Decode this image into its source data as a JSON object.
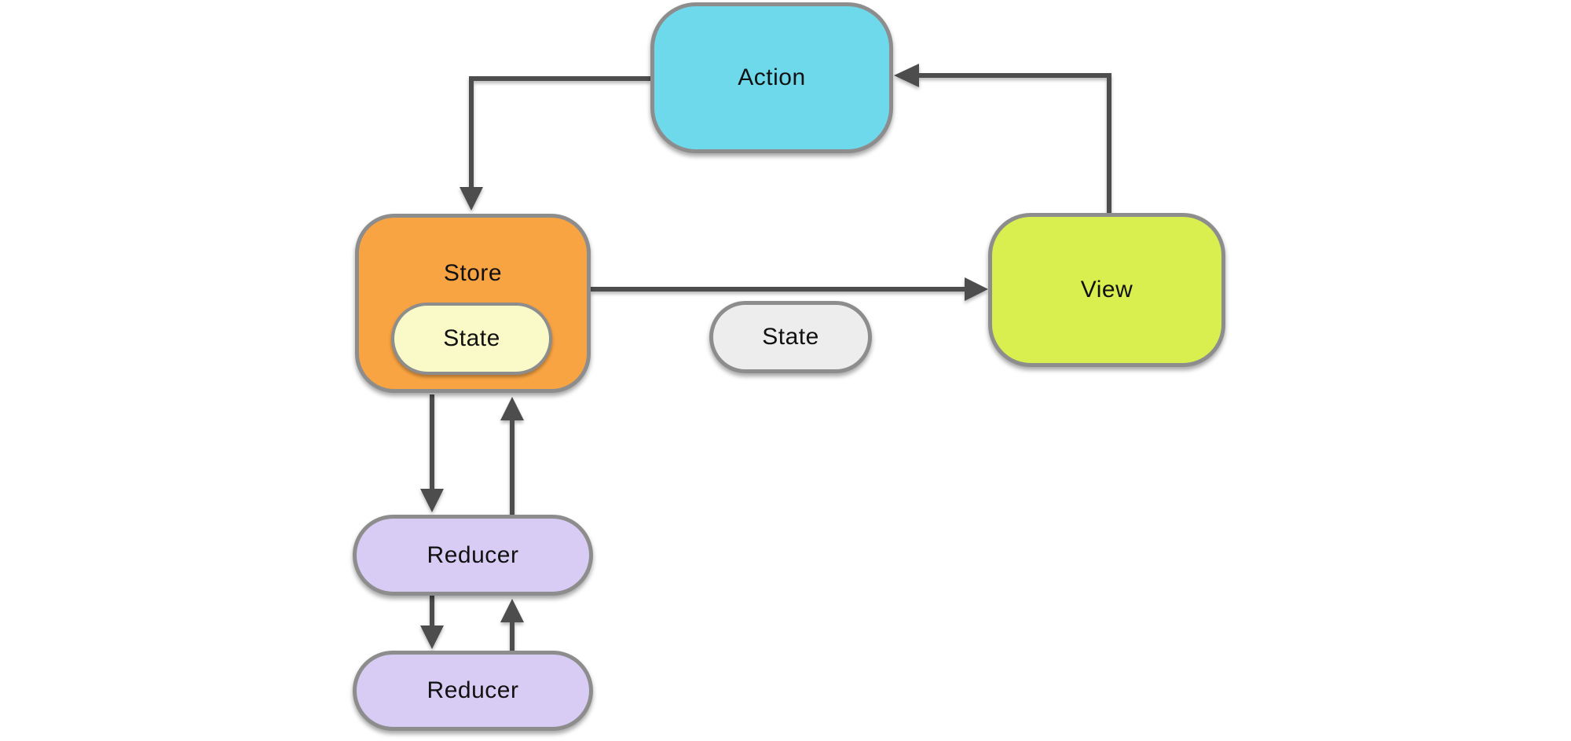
{
  "diagram": {
    "colors": {
      "background": "#FFFFFF",
      "border": "#8D8D8D",
      "arrow": "#4D4D4D",
      "text": "#111111"
    },
    "nodes": {
      "action": {
        "label": "Action",
        "fill": "#6FD9EC"
      },
      "store": {
        "label": "Store",
        "fill": "#F9A443"
      },
      "store_state": {
        "label": "State",
        "fill": "#FAFAC8"
      },
      "state": {
        "label": "State",
        "fill": "#EDEDED"
      },
      "view": {
        "label": "View",
        "fill": "#D8EF4F"
      },
      "reducer_1": {
        "label": "Reducer",
        "fill": "#D8CCF4"
      },
      "reducer_2": {
        "label": "Reducer",
        "fill": "#D8CCF4"
      }
    },
    "edges": [
      {
        "from": "view",
        "to": "action"
      },
      {
        "from": "action",
        "to": "store"
      },
      {
        "from": "store",
        "to": "view"
      },
      {
        "from": "store",
        "to": "reducer_1"
      },
      {
        "from": "reducer_1",
        "to": "store"
      },
      {
        "from": "reducer_1",
        "to": "reducer_2"
      },
      {
        "from": "reducer_2",
        "to": "reducer_1"
      }
    ]
  }
}
